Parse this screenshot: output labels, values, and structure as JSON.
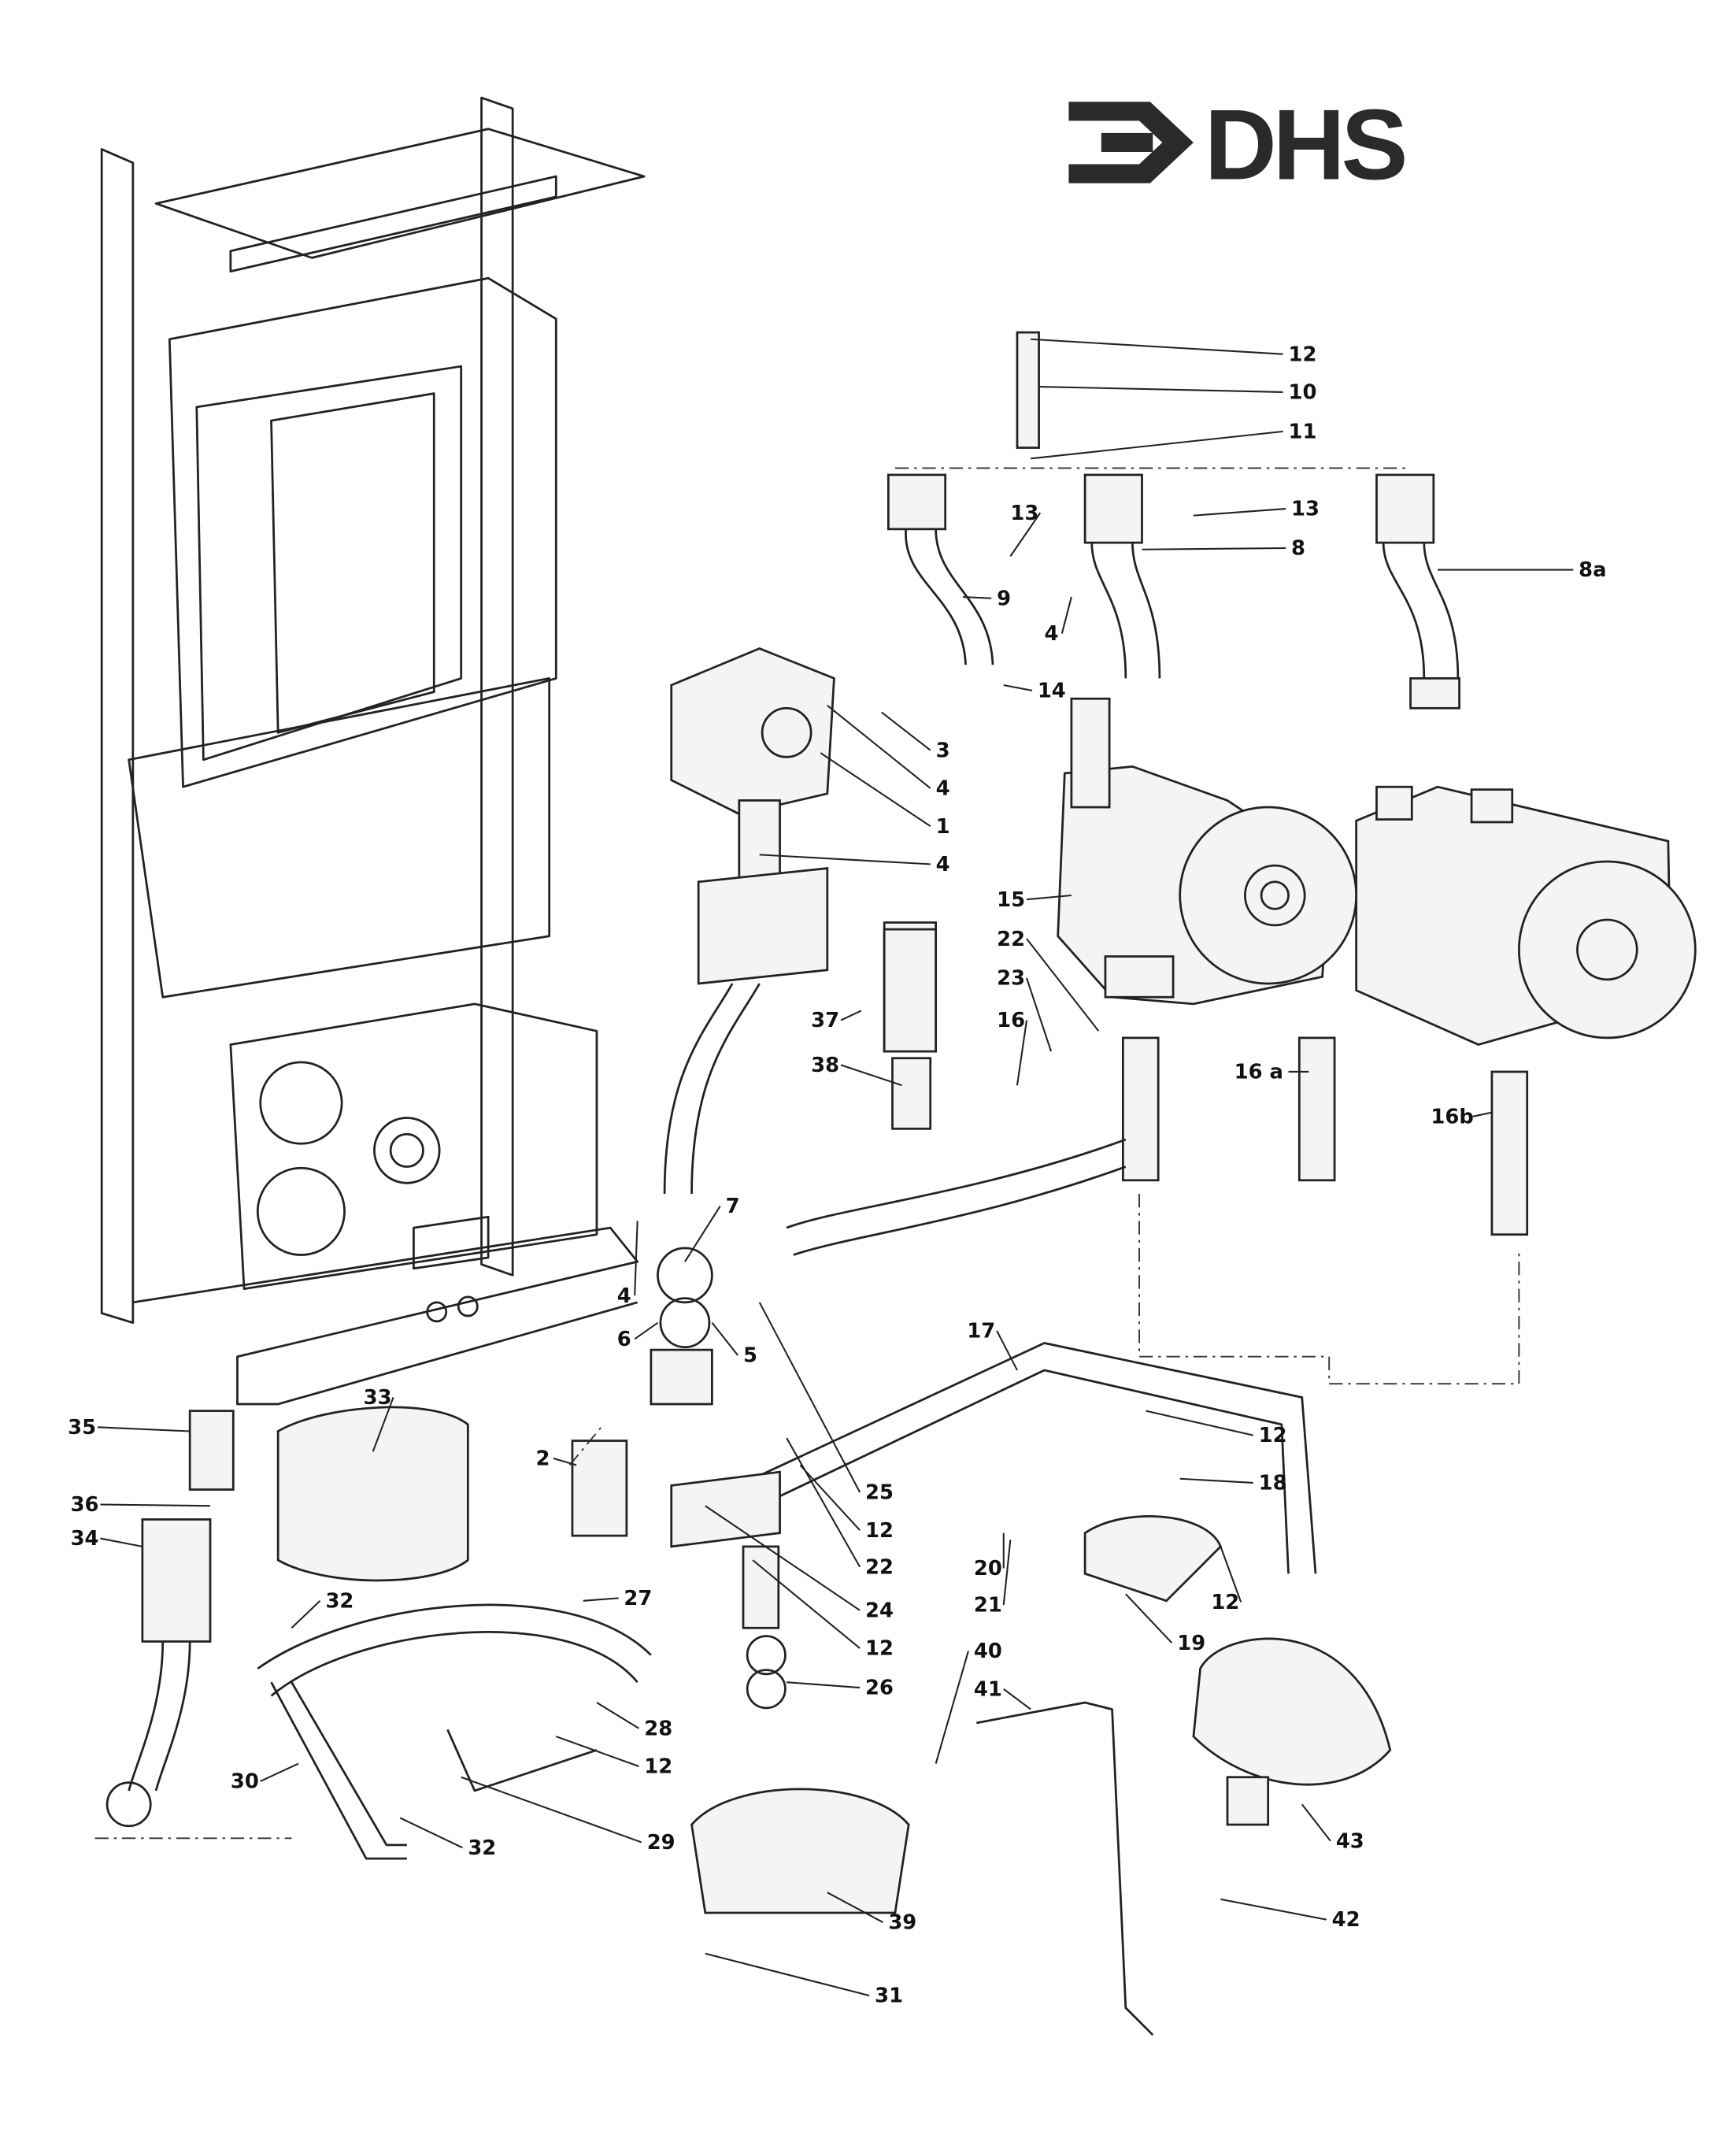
{
  "logo": {
    "text": "DHS",
    "icon": "arrow-into-bracket-logo"
  },
  "callouts": [
    "12",
    "10",
    "11",
    "13",
    "13",
    "8",
    "8a",
    "9",
    "4",
    "14",
    "3",
    "4",
    "1",
    "4",
    "15",
    "22",
    "23",
    "16",
    "37",
    "38",
    "16 a",
    "16b",
    "7",
    "4",
    "6",
    "5",
    "17",
    "35",
    "33",
    "2",
    "12",
    "18",
    "25",
    "36",
    "34",
    "12",
    "20",
    "22",
    "12",
    "21",
    "27",
    "32",
    "24",
    "19",
    "12",
    "26",
    "28",
    "40",
    "41",
    "12",
    "30",
    "32",
    "29",
    "43",
    "39",
    "42",
    "31"
  ],
  "colors": {
    "ink": "#222222",
    "paper": "#ffffff"
  }
}
